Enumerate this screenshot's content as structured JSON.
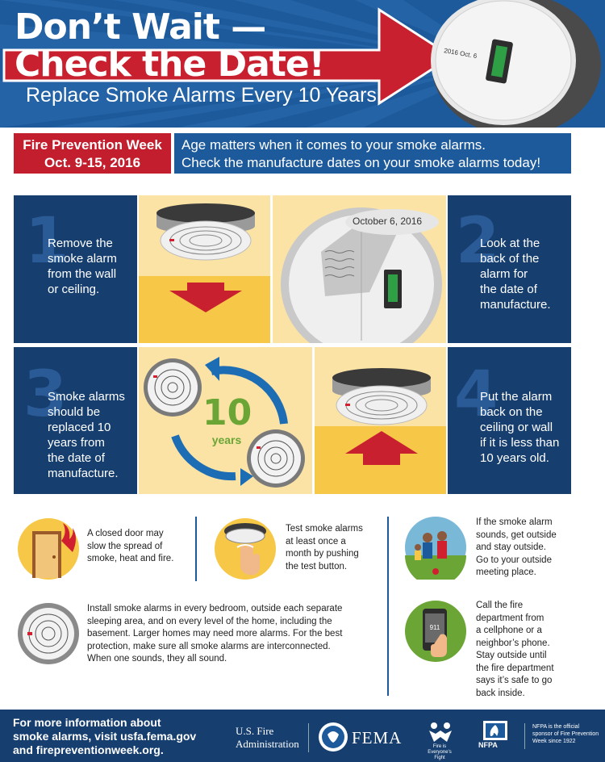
{
  "header": {
    "title_line1": "Don’t Wait —",
    "title_line2": "Check the Date!",
    "subtitle": "Replace Smoke Alarms Every 10 Years",
    "alarm_date_label": "2016 Oct. 6"
  },
  "banner": {
    "fpw_line1": "Fire Prevention Week",
    "fpw_line2": "Oct. 9-15, 2016",
    "age_line1": "Age matters when it comes to your smoke alarms.",
    "age_line2": "Check the manufacture dates on your smoke alarms today!"
  },
  "steps": [
    {
      "number": "1",
      "text": [
        "Remove the",
        "smoke alarm",
        "from the wall",
        "or ceiling."
      ]
    },
    {
      "number": "2",
      "text": [
        "Look at the",
        "back of the",
        "alarm for",
        "the date of",
        "manufacture."
      ]
    },
    {
      "number": "3",
      "text": [
        "Smoke alarms",
        "should be",
        "replaced 10",
        "years from",
        "the date of",
        "manufacture."
      ]
    },
    {
      "number": "4",
      "text": [
        "Put the alarm",
        "back on the",
        "ceiling or wall",
        "if it is less than",
        "10 years old."
      ]
    }
  ],
  "back_date_label": "October 6, 2016",
  "cycle": {
    "number": "10",
    "unit": "years"
  },
  "tips": {
    "door": [
      "A closed door may",
      "slow the spread of",
      "smoke, heat and fire."
    ],
    "test": [
      "Test smoke alarms",
      "at least once a",
      "month by pushing",
      "the test button."
    ],
    "outside": [
      "If the smoke alarm",
      "sounds, get outside",
      "and stay outside.",
      "Go to your outside",
      "meeting place."
    ],
    "install": [
      "Install smoke alarms in every bedroom, outside each separate",
      "sleeping area, and on every level of the home, including the",
      "basement. Larger homes may need more alarms. For the best",
      "protection, make sure all smoke alarms are interconnected.",
      "When one sounds, they all sound."
    ],
    "call": [
      "Call the fire",
      "department from",
      "a cellphone or a",
      "neighbor’s phone.",
      "Stay outside until",
      "the fire department",
      "says it’s safe to go",
      "back inside."
    ],
    "phone_screen": "911"
  },
  "footer": {
    "info": [
      "For more information about",
      "smoke alarms, visit usfa.fema.gov",
      "and firepreventionweek.org."
    ],
    "usfa": [
      "U.S. Fire",
      "Administration"
    ],
    "fema": "FEMA",
    "fie": [
      "Fire is",
      "Everyone’s",
      "Fight"
    ],
    "nfpa_label": "NFPA",
    "nfpa_note": [
      "NFPA is the official",
      "sponsor of Fire Prevention",
      "Week since 1922"
    ]
  },
  "colors": {
    "navy": "#163e6f",
    "blue": "#1d5a9b",
    "red": "#c21e2d",
    "yellow": "#f7c847",
    "cream": "#fbe3a6",
    "green": "#2f9f46"
  }
}
